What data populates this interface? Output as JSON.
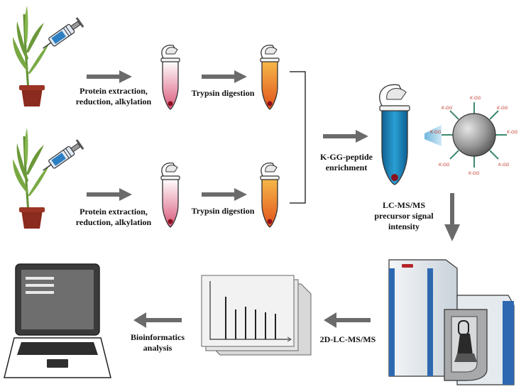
{
  "labels": {
    "protein_extraction_top": [
      "Protein extraction,",
      "reduction, alkylation"
    ],
    "protein_extraction_bottom": [
      "Protein extraction,",
      "reduction, alkylation"
    ],
    "trypsin_top": "Trypsin digestion",
    "trypsin_bottom": "Trypsin digestion",
    "kgg_enrichment": [
      "K-GG-peptide",
      "enrichment"
    ],
    "lcms_precursor": [
      "LC-MS/MS",
      "precursor signal",
      "intensity"
    ],
    "lc2d": "2D-LC-MS/MS",
    "bioinformatics": [
      "Bioinformatics",
      "analysis"
    ]
  },
  "bead_tag_text": "K-GG",
  "colors": {
    "arrow": "#6b6b6b",
    "tube_fill_pink": "#e9a3b2",
    "tube_fill_orange": "#f08a1e",
    "tube_fill_blue": "#1b86b9",
    "pellet": "#8a1220",
    "pot": "#8b2a1e",
    "leaf": "#6d9a3a",
    "bead": "#8f8f8f",
    "instrument_blue": "#2e68b0",
    "screen": "#6e6e6e"
  }
}
